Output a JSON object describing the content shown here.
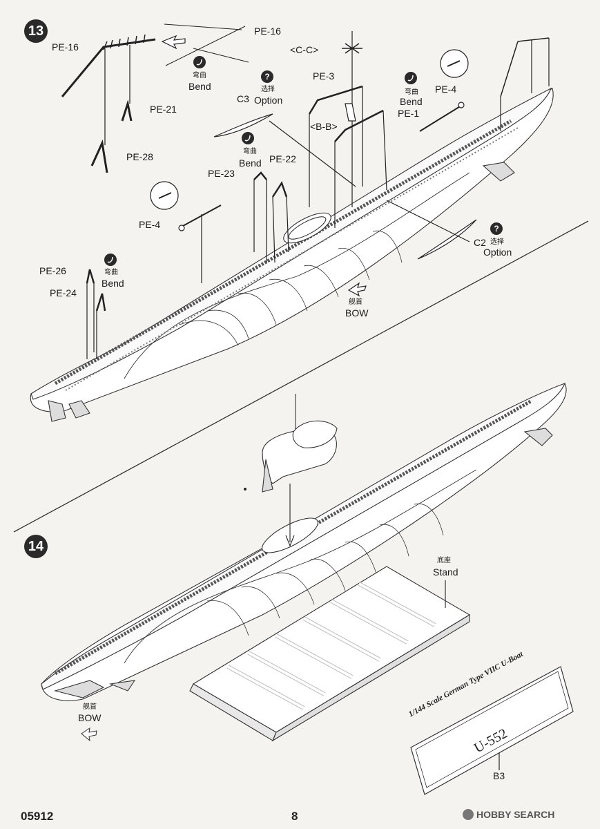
{
  "steps": {
    "s13": "13",
    "s14": "14"
  },
  "labels": {
    "pe16_left": "PE-16",
    "pe16_right": "PE-16",
    "pe21": "PE-21",
    "pe28": "PE-28",
    "bend1_cn": "弯曲",
    "bend1_en": "Bend",
    "cc_section": "<C-C>",
    "pe3": "PE-3",
    "bb_section": "<B-B>",
    "pe1": "PE-1",
    "c3_part": "C3",
    "c3_option_cn": "选择",
    "c3_option_en": "Option",
    "bend2_cn": "弯曲",
    "bend2_en": "Bend",
    "pe4_top": "PE-4",
    "bend3_cn": "弯曲",
    "bend3_en": "Bend",
    "pe23": "PE-23",
    "pe22": "PE-22",
    "pe4_left": "PE-4",
    "c2_part": "C2",
    "c2_option_cn": "选择",
    "c2_option_en": "Option",
    "pe26": "PE-26",
    "bend4_cn": "弯曲",
    "bend4_en": "Bend",
    "pe24": "PE-24",
    "bow_cn_1": "舰首",
    "bow_en_1": "BOW",
    "stand_cn": "底座",
    "stand_en": "Stand",
    "bow_cn_2": "舰首",
    "bow_en_2": "BOW",
    "b3": "B3"
  },
  "plate": {
    "line1": "1/144 Scale German Type VIIC U-Boat",
    "line2": "U-552"
  },
  "footer": {
    "code": "05912",
    "page": "8",
    "watermark": "HOBBY SEARCH"
  }
}
